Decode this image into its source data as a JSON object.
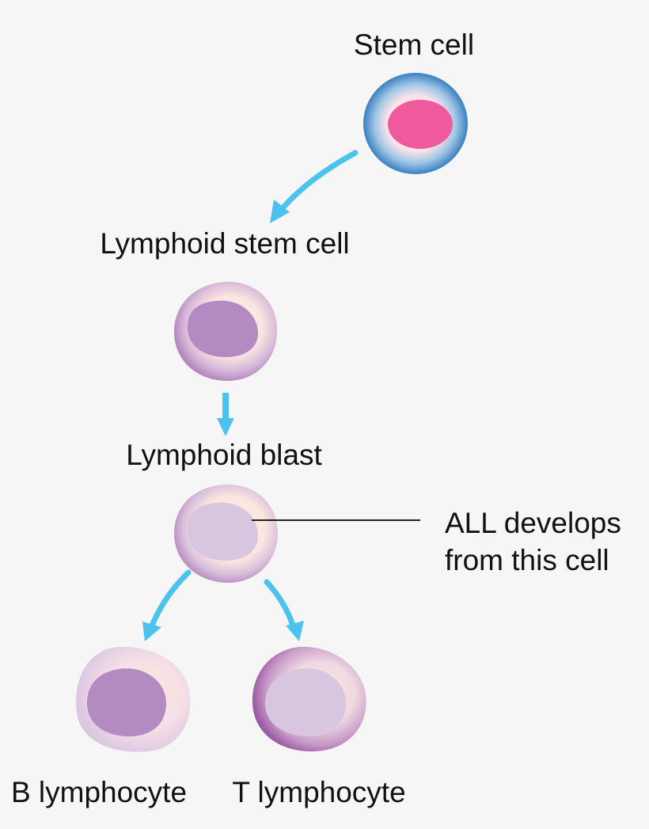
{
  "labels": {
    "stem_cell": "Stem cell",
    "lymphoid_stem_cell": "Lymphoid stem cell",
    "lymphoid_blast": "Lymphoid blast",
    "b_lymphocyte": "B lymphocyte",
    "t_lymphocyte": "T lymphocyte"
  },
  "annotation": {
    "line1": "ALL develops",
    "line2": "from this cell"
  },
  "colors": {
    "background": "#f6f6f6",
    "arrow": "#4cc3ef",
    "stem_outer": "#3f86c4",
    "stem_nucleus": "#ef5a9c",
    "lymph_cytoplasm": "#b98ac0",
    "lymph_nucleus": "#b38ac1",
    "blast_nucleus": "#d8c6e0",
    "cell_halo": "#fbe6df"
  }
}
